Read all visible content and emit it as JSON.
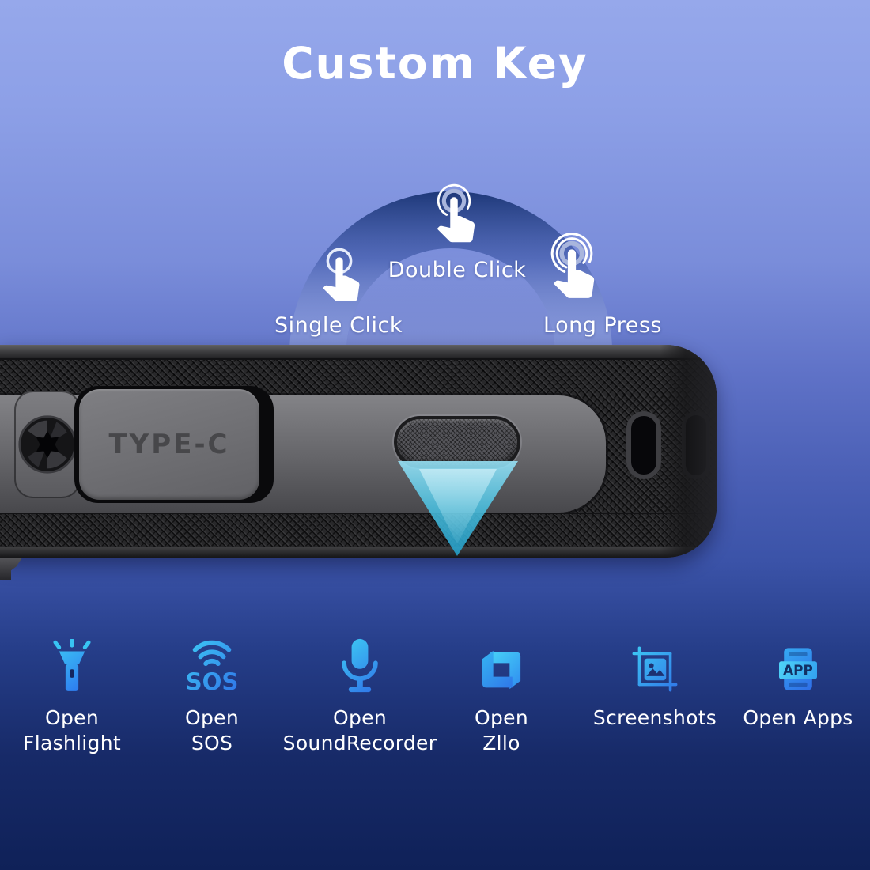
{
  "title": "Custom Key",
  "gestures": [
    {
      "label": "Single Click"
    },
    {
      "label": "Double Click"
    },
    {
      "label": "Long Press"
    }
  ],
  "device": {
    "port_label": "TYPE-C"
  },
  "actions": [
    {
      "line1": "Open",
      "line2": "Flashlight"
    },
    {
      "line1": "Open",
      "line2": "SOS",
      "icon_text": "SOS"
    },
    {
      "line1": "Open",
      "line2": "SoundRecorder"
    },
    {
      "line1": "Open",
      "line2": "Zllo"
    },
    {
      "line1": "Screenshots",
      "line2": ""
    },
    {
      "line1": "Open Apps",
      "line2": "",
      "icon_text": "APP"
    }
  ],
  "colors": {
    "background_top": "#96a8eb",
    "background_bottom": "#0f2158",
    "arc_ring": "#16306f",
    "accent_cyan": "#3ed0f5",
    "accent_blue": "#2f6fe8",
    "arrow_teal": "#49c6e4",
    "text": "#ffffff"
  }
}
